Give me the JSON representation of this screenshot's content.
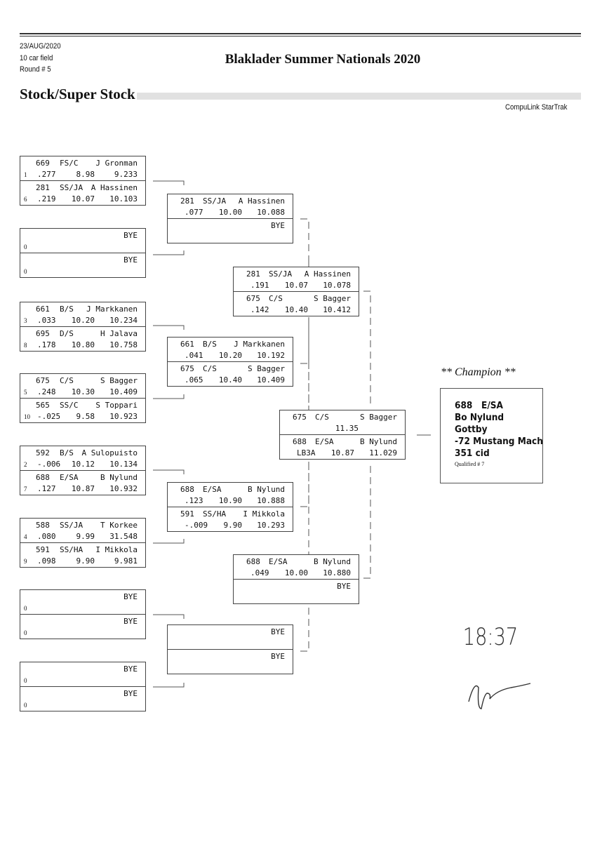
{
  "header": {
    "date": "23/AUG/2020",
    "field": "10 car field",
    "round": "Round # 5",
    "title": "Blaklader Summer Nationals 2020",
    "class_title": "Stock/Super Stock",
    "software": "CompuLink StarTrak"
  },
  "bracket": {
    "r1": [
      [
        {
          "car": "669",
          "cls": "FS/C",
          "driver": "J Gronman",
          "seed": "1",
          "rt": ".277",
          "dial": "8.98",
          "et": "9.233"
        },
        {
          "car": "281",
          "cls": "SS/JA",
          "driver": "A Hassinen",
          "seed": "6",
          "rt": ".219",
          "dial": "10.07",
          "et": "10.103"
        }
      ],
      [
        {
          "driver": "BYE",
          "seed": "0"
        },
        {
          "driver": "BYE",
          "seed": "0"
        }
      ],
      [
        {
          "car": "661",
          "cls": "B/S",
          "driver": "J Markkanen",
          "seed": "3",
          "rt": ".033",
          "dial": "10.20",
          "et": "10.234"
        },
        {
          "car": "695",
          "cls": "D/S",
          "driver": "H Jalava",
          "seed": "8",
          "rt": ".178",
          "dial": "10.80",
          "et": "10.758"
        }
      ],
      [
        {
          "car": "675",
          "cls": "C/S",
          "driver": "S Bagger",
          "seed": "5",
          "rt": ".248",
          "dial": "10.30",
          "et": "10.409"
        },
        {
          "car": "565",
          "cls": "SS/C",
          "driver": "S Toppari",
          "seed": "10",
          "rt": "-.025",
          "dial": "9.58",
          "et": "10.923"
        }
      ],
      [
        {
          "car": "592",
          "cls": "B/S",
          "driver": "A Sulopuisto",
          "seed": "2",
          "rt": "-.006",
          "dial": "10.12",
          "et": "10.134"
        },
        {
          "car": "688",
          "cls": "E/SA",
          "driver": "B Nylund",
          "seed": "7",
          "rt": ".127",
          "dial": "10.87",
          "et": "10.932"
        }
      ],
      [
        {
          "car": "588",
          "cls": "SS/JA",
          "driver": "T Korkee",
          "seed": "4",
          "rt": ".080",
          "dial": "9.99",
          "et": "31.548"
        },
        {
          "car": "591",
          "cls": "SS/HA",
          "driver": "I Mikkola",
          "seed": "9",
          "rt": ".098",
          "dial": "9.90",
          "et": "9.981"
        }
      ],
      [
        {
          "driver": "BYE",
          "seed": "0"
        },
        {
          "driver": "BYE",
          "seed": "0"
        }
      ],
      [
        {
          "driver": "BYE",
          "seed": "0"
        },
        {
          "driver": "BYE",
          "seed": "0"
        }
      ]
    ],
    "r2": [
      [
        {
          "car": "281",
          "cls": "SS/JA",
          "driver": "A Hassinen",
          "rt": ".077",
          "dial": "10.00",
          "et": "10.088"
        },
        {
          "driver": "BYE"
        }
      ],
      [
        {
          "car": "661",
          "cls": "B/S",
          "driver": "J Markkanen",
          "rt": ".041",
          "dial": "10.20",
          "et": "10.192"
        },
        {
          "car": "675",
          "cls": "C/S",
          "driver": "S Bagger",
          "rt": ".065",
          "dial": "10.40",
          "et": "10.409"
        }
      ],
      [
        {
          "car": "688",
          "cls": "E/SA",
          "driver": "B Nylund",
          "rt": ".123",
          "dial": "10.90",
          "et": "10.888"
        },
        {
          "car": "591",
          "cls": "SS/HA",
          "driver": "I Mikkola",
          "rt": "-.009",
          "dial": "9.90",
          "et": "10.293"
        }
      ],
      [
        {
          "driver": "BYE"
        },
        {
          "driver": "BYE"
        }
      ]
    ],
    "r3": [
      [
        {
          "car": "281",
          "cls": "SS/JA",
          "driver": "A Hassinen",
          "rt": ".191",
          "dial": "10.07",
          "et": "10.078"
        },
        {
          "car": "675",
          "cls": "C/S",
          "driver": "S Bagger",
          "rt": ".142",
          "dial": "10.40",
          "et": "10.412"
        }
      ],
      [
        {
          "car": "688",
          "cls": "E/SA",
          "driver": "B Nylund",
          "rt": ".049",
          "dial": "10.00",
          "et": "10.880"
        },
        {
          "driver": "BYE"
        }
      ]
    ],
    "final": [
      [
        {
          "car": "675",
          "cls": "C/S",
          "driver": "S Bagger",
          "dial": "11.35"
        },
        {
          "car": "688",
          "cls": "E/SA",
          "driver": "B Nylund",
          "rt": "LB3A",
          "dial": "10.87",
          "et": "11.029"
        }
      ]
    ]
  },
  "champion": {
    "heading": "** Champion **",
    "car_class": "688   E/SA",
    "name": "Bo Nylund",
    "town": "Gottby",
    "car": "-72 Mustang Mach",
    "engine": "351 cid",
    "qualified": "Qualified # 7"
  },
  "handwritten": {
    "time": "18:37",
    "signature": "initials"
  }
}
